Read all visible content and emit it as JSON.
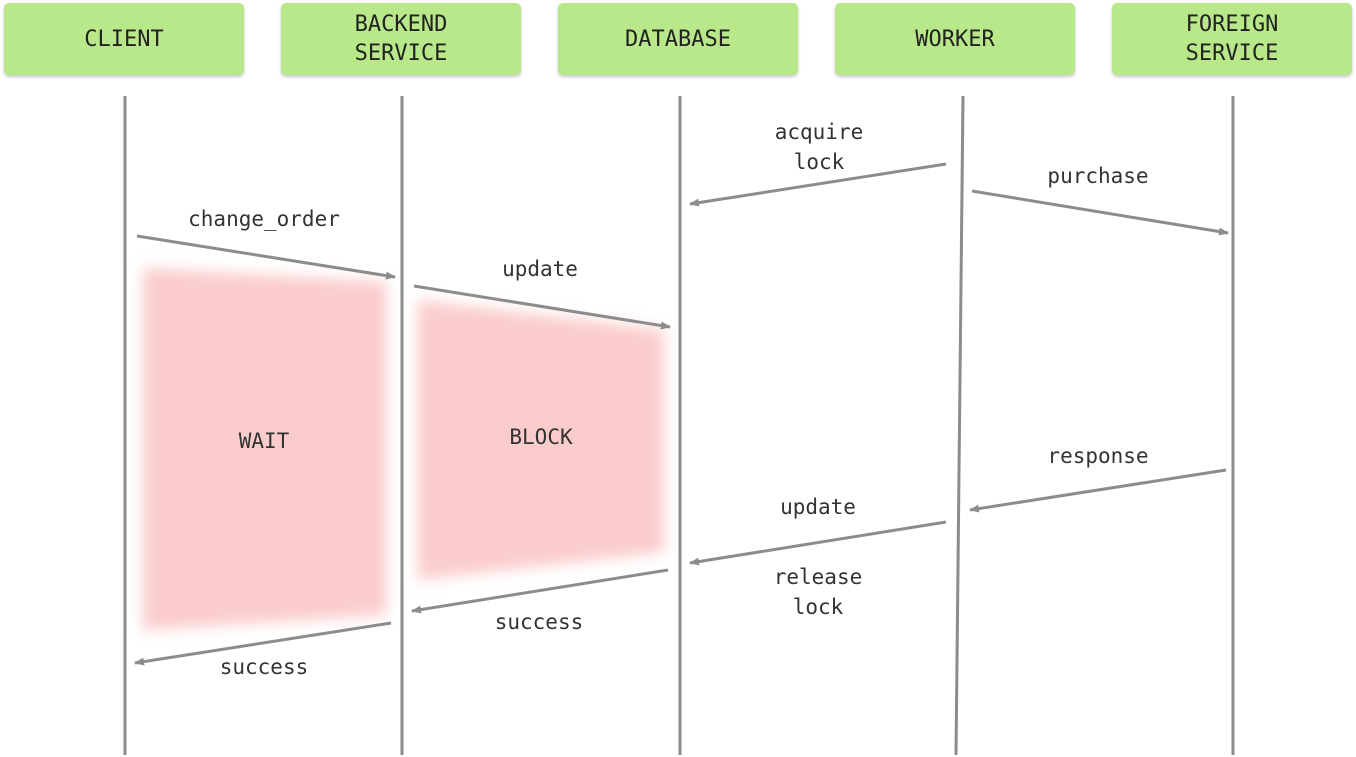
{
  "actors": [
    "CLIENT",
    "BACKEND\nSERVICE",
    "DATABASE",
    "WORKER",
    "FOREIGN\nSERVICE"
  ],
  "messages": [
    {
      "from": "WORKER",
      "to": "DATABASE",
      "label": "acquire\nlock"
    },
    {
      "from": "WORKER",
      "to": "FOREIGN SERVICE",
      "label": "purchase"
    },
    {
      "from": "CLIENT",
      "to": "BACKEND SERVICE",
      "label": "change_order"
    },
    {
      "from": "BACKEND SERVICE",
      "to": "DATABASE",
      "label": "update"
    },
    {
      "from": "FOREIGN SERVICE",
      "to": "WORKER",
      "label": "response"
    },
    {
      "from": "WORKER",
      "to": "DATABASE",
      "label": "update"
    },
    {
      "from": "DATABASE",
      "to": "BACKEND SERVICE",
      "label": "success"
    },
    {
      "from": "BACKEND SERVICE",
      "to": "CLIENT",
      "label": "success"
    }
  ],
  "extra_labels": {
    "release_lock": "release\nlock"
  },
  "regions": {
    "wait": "WAIT",
    "block": "BLOCK"
  },
  "colors": {
    "actor_fill": "#b9e88a",
    "region_fill": "#fbcccc",
    "line": "#8c8c8c"
  }
}
